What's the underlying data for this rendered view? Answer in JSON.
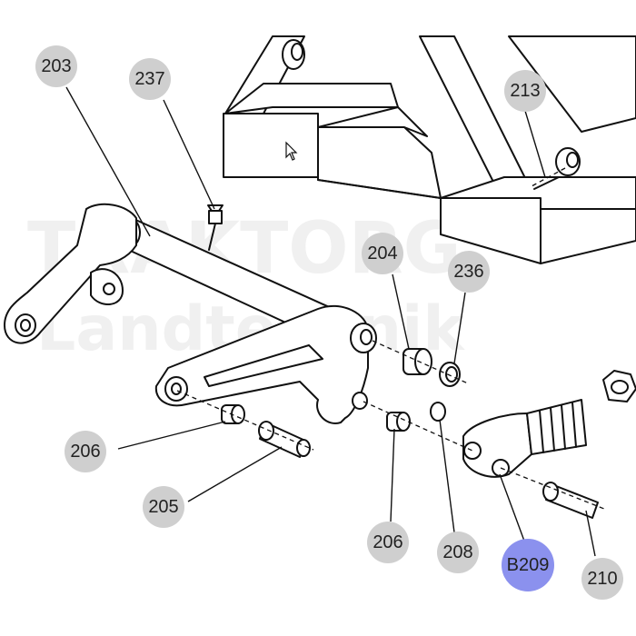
{
  "diagram": {
    "watermark": {
      "line1": "TRAKTORG",
      "line2": "Landtechnik"
    },
    "colors": {
      "callout": "#cfcfcf",
      "selected": "#8b91ee",
      "line": "#111111",
      "watermark": "#f0f0f0"
    },
    "callouts": [
      {
        "label": "203",
        "selected": false
      },
      {
        "label": "237",
        "selected": false
      },
      {
        "label": "213",
        "selected": false
      },
      {
        "label": "204",
        "selected": false
      },
      {
        "label": "236",
        "selected": false
      },
      {
        "label": "206",
        "selected": false
      },
      {
        "label": "205",
        "selected": false
      },
      {
        "label": "206",
        "selected": false
      },
      {
        "label": "208",
        "selected": false
      },
      {
        "label": "B209",
        "selected": true
      },
      {
        "label": "210",
        "selected": false
      }
    ],
    "cursor_icon": "mouse-pointer-icon"
  }
}
